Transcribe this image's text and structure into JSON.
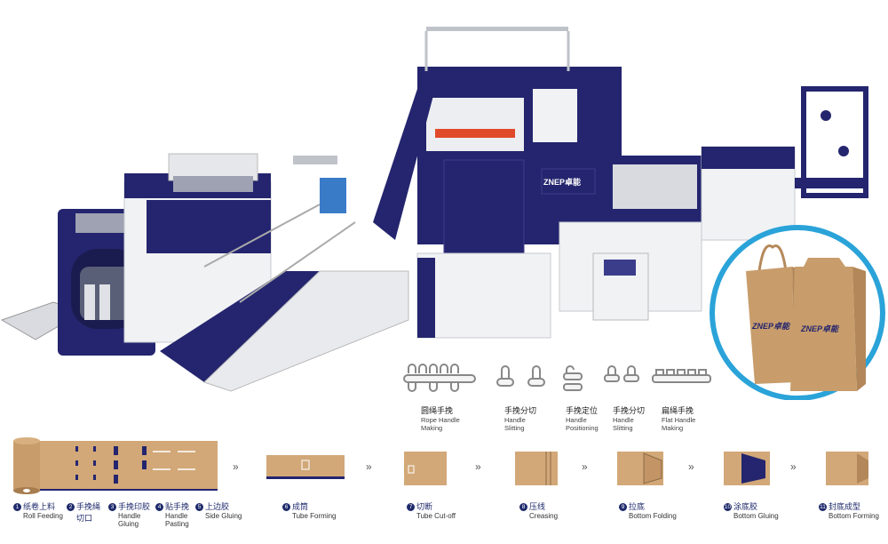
{
  "brand": {
    "logo_text": "ZNEP",
    "logo_cn": "卓能",
    "panel_logo": "ZNEP卓能",
    "navy": "#24256e",
    "kraft": "#c89d6b",
    "ring": "#2aa3d9"
  },
  "handle_steps": [
    {
      "cn": "圆绳手挽",
      "en1": "Rope Handle",
      "en2": "Making"
    },
    {
      "cn": "手挽分切",
      "en1": "Handle",
      "en2": "Slitting"
    },
    {
      "cn": "手挽定位",
      "en1": "Handle",
      "en2": "Positioning"
    },
    {
      "cn": "手挽分切",
      "en1": "Handle",
      "en2": "Slitting"
    },
    {
      "cn": "扁绳手挽",
      "en1": "Flat Handle",
      "en2": "Making"
    }
  ],
  "process_steps": [
    {
      "num": "1",
      "cn": "纸卷上料",
      "en": "Roll Feeding"
    },
    {
      "num": "2",
      "cn": "手挽绳",
      "cn2": "切口",
      "en": ""
    },
    {
      "num": "3",
      "cn": "手挽印胶",
      "en": "Handle",
      "en2": "Gluing"
    },
    {
      "num": "4",
      "cn": "贴手挽",
      "en": "Handle",
      "en2": "Pasting"
    },
    {
      "num": "5",
      "cn": "上边胶",
      "en": "Side Gluing"
    },
    {
      "num": "6",
      "cn": "成筒",
      "en": "Tube Forming"
    },
    {
      "num": "7",
      "cn": "切断",
      "en": "Tube Cut-off"
    },
    {
      "num": "8",
      "cn": "压线",
      "en": "Creasing"
    },
    {
      "num": "9",
      "cn": "拉底",
      "en": "Bottom Folding"
    },
    {
      "num": "10",
      "cn": "涂底胶",
      "en": "Bottom Gluing"
    },
    {
      "num": "11",
      "cn": "封底成型",
      "en": "Bottom Forming"
    }
  ],
  "chevron": "»"
}
